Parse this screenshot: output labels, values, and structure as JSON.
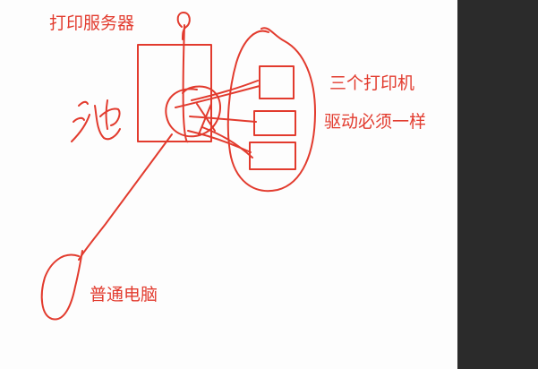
{
  "labels": {
    "print_server": "打印服务器",
    "three_printers": "三个打印机",
    "driver_same": "驱动必须一样",
    "regular_pc": "普通电脑",
    "pool_scribble": "池"
  },
  "colors": {
    "ink": "#e23b2e",
    "canvas": "#fdfdfd",
    "side_panel": "#2b2b2b"
  }
}
